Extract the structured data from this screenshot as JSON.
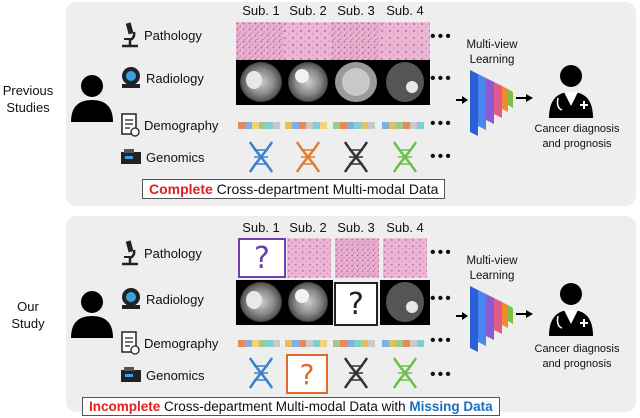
{
  "top": {
    "side_label_1": "Previous",
    "side_label_2": "Studies",
    "subjects": [
      "Sub. 1",
      "Sub. 2",
      "Sub. 3",
      "Sub. 4"
    ],
    "modalities": [
      "Pathology",
      "Radiology",
      "Demography",
      "Genomics"
    ],
    "dots": "•••",
    "mv_1": "Multi-view",
    "mv_2": "Learning",
    "out_1": "Cancer diagnosis",
    "out_2": "and prognosis",
    "caption_highlight": "Complete",
    "caption_rest": " Cross-department Multi-modal Data"
  },
  "bottom": {
    "side_label_1": "Our",
    "side_label_2": "Study",
    "subjects": [
      "Sub. 1",
      "Sub. 2",
      "Sub. 3",
      "Sub. 4"
    ],
    "modalities": [
      "Pathology",
      "Radiology",
      "Demography",
      "Genomics"
    ],
    "dots": "•••",
    "mv_1": "Multi-view",
    "mv_2": "Learning",
    "out_1": "Cancer diagnosis",
    "out_2": "and prognosis",
    "caption_highlight": "Incomplete",
    "caption_mid": " Cross-department Multi-modal Data with ",
    "caption_highlight2": "Missing Data",
    "missing_mark": "?"
  },
  "colors": {
    "red": "#e02020",
    "blue": "#1a6fc0",
    "pathology_pink": "#e7a3c7",
    "missing_purple": "#6a3fb0",
    "missing_orange": "#e06a28",
    "dna_blue": "#3a7fd0",
    "dna_orange": "#e57a30",
    "dna_black": "#333333",
    "dna_green": "#6cbf4a"
  }
}
